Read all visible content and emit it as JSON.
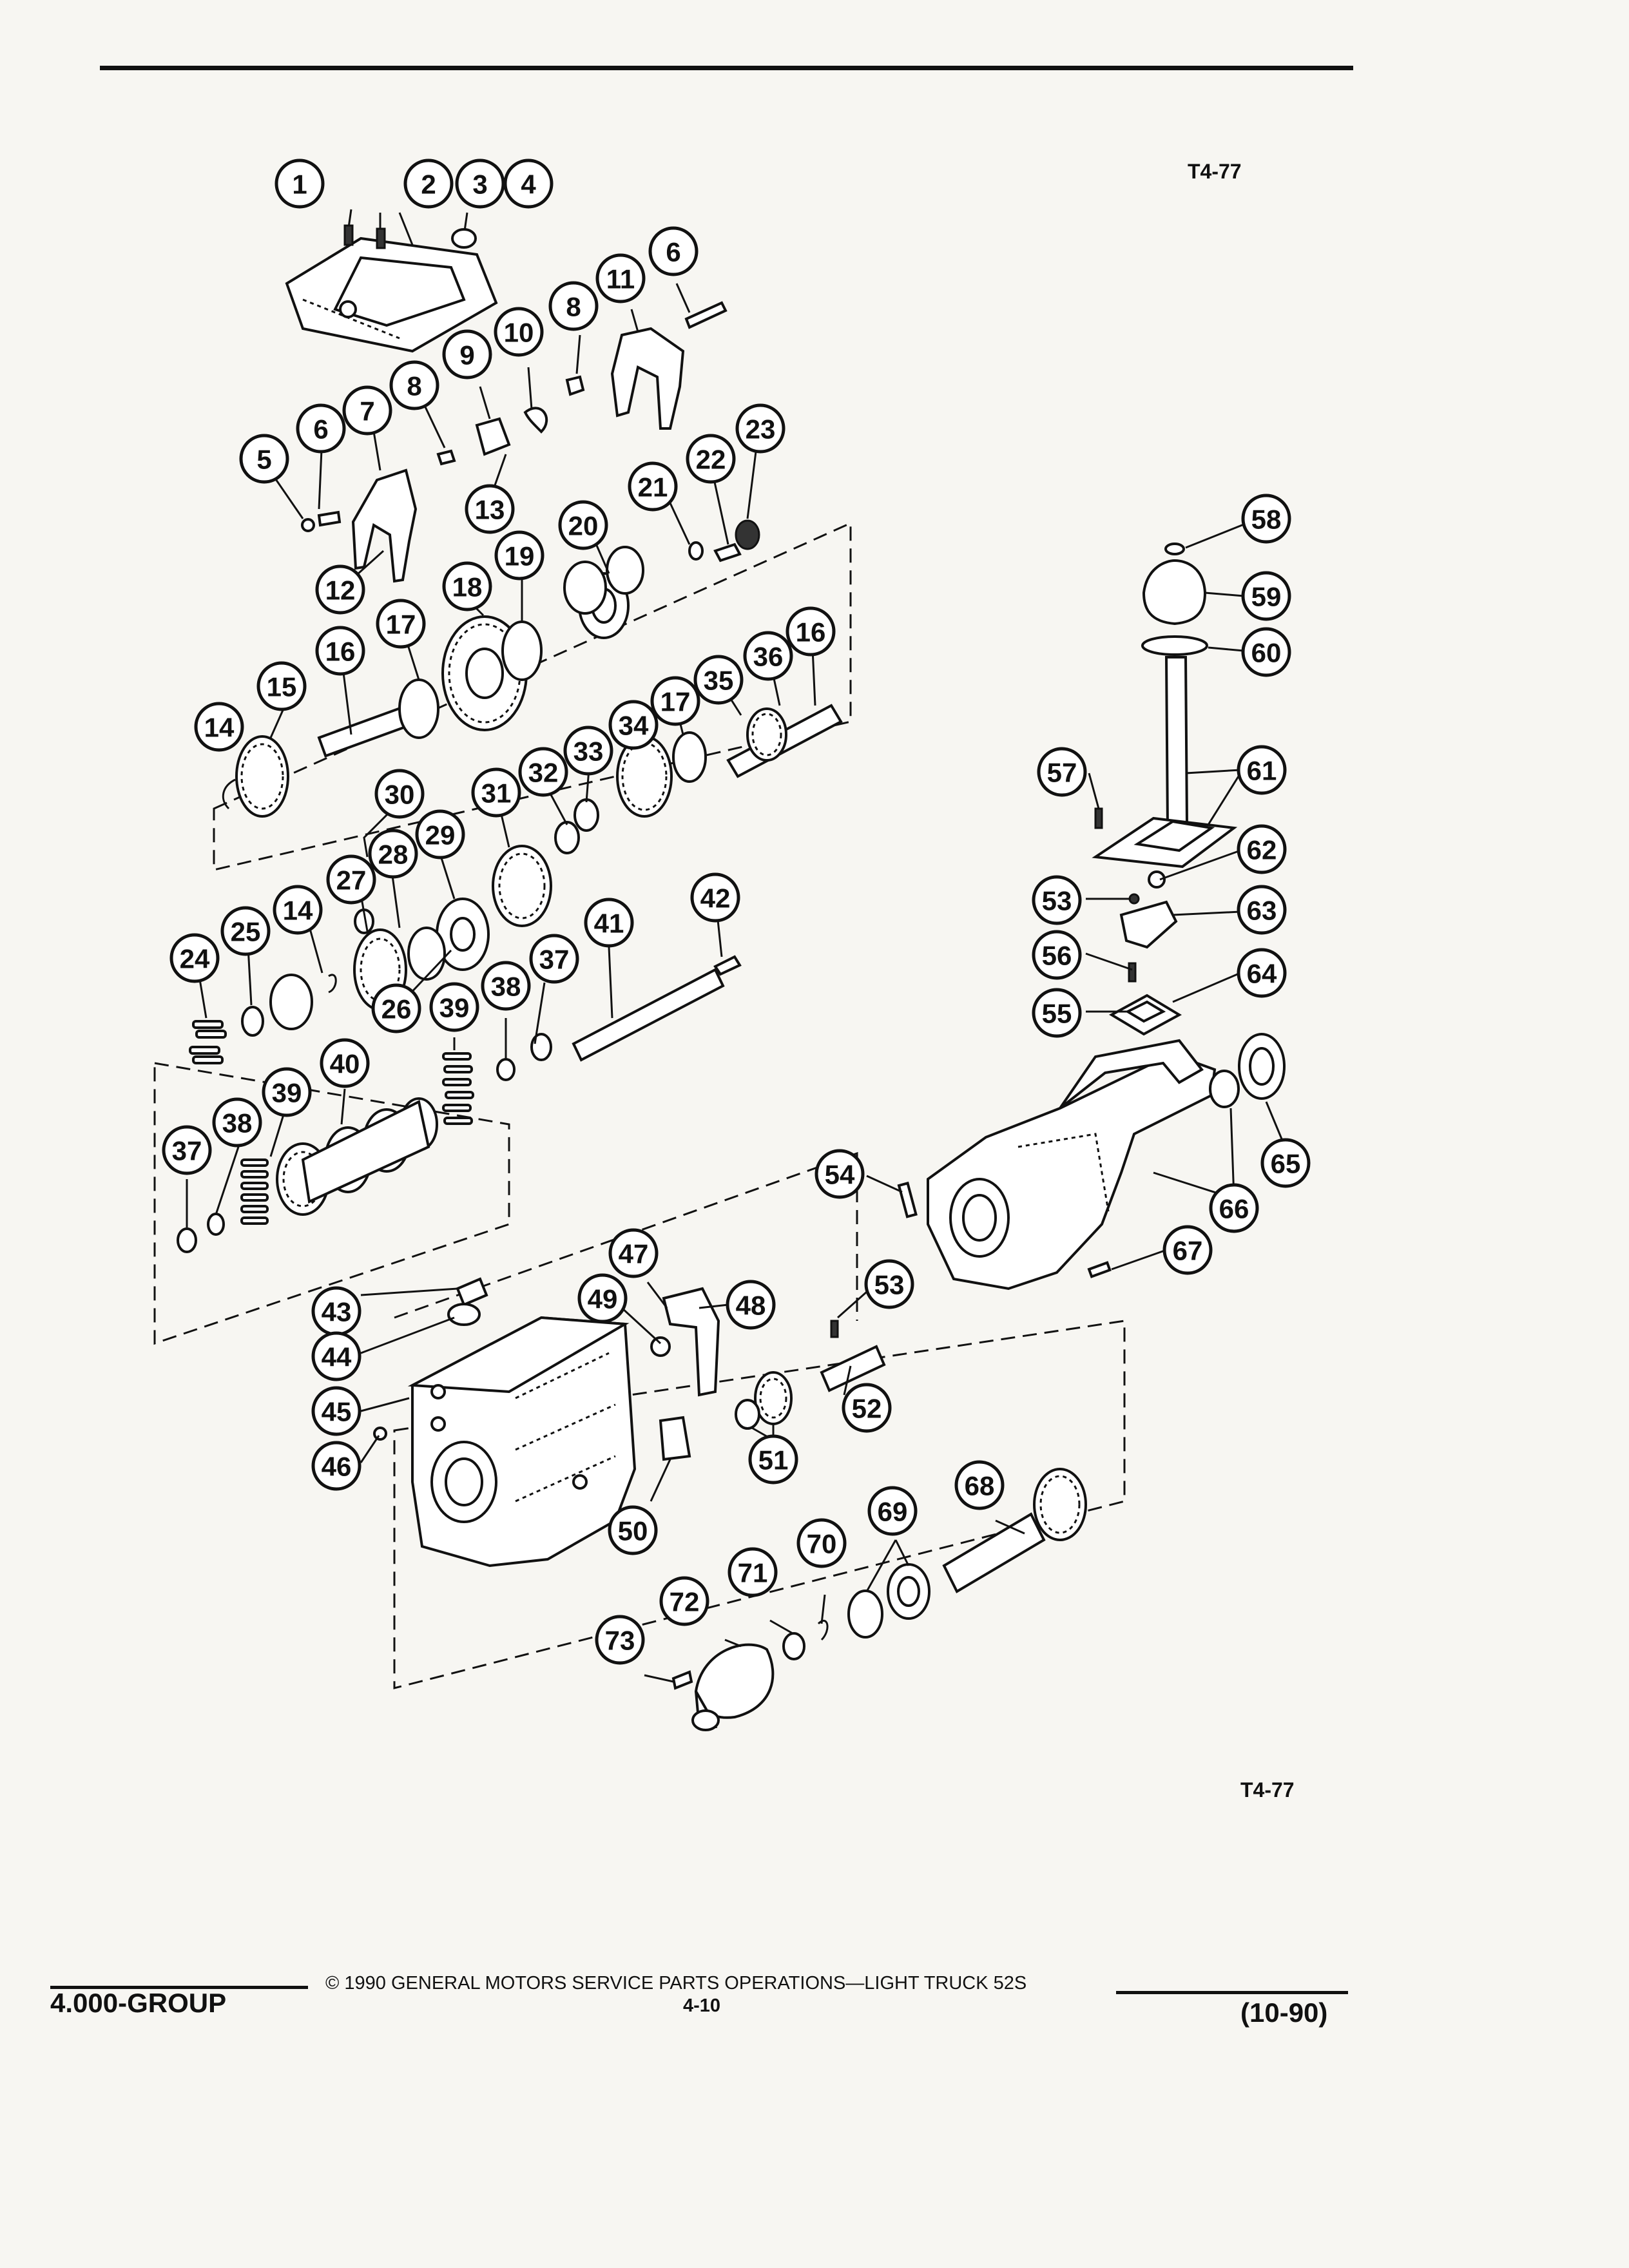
{
  "header": {
    "figure_ref_top": "T4-77",
    "figure_ref_bottom": "T4-77"
  },
  "callouts": [
    {
      "id": "c1",
      "label": "1"
    },
    {
      "id": "c2",
      "label": "2"
    },
    {
      "id": "c3",
      "label": "3"
    },
    {
      "id": "c4",
      "label": "4"
    },
    {
      "id": "c6a",
      "label": "6"
    },
    {
      "id": "c11",
      "label": "11"
    },
    {
      "id": "c8a",
      "label": "8"
    },
    {
      "id": "c10",
      "label": "10"
    },
    {
      "id": "c9",
      "label": "9"
    },
    {
      "id": "c8b",
      "label": "8"
    },
    {
      "id": "c7",
      "label": "7"
    },
    {
      "id": "c6b",
      "label": "6"
    },
    {
      "id": "c5",
      "label": "5"
    },
    {
      "id": "c23",
      "label": "23"
    },
    {
      "id": "c22",
      "label": "22"
    },
    {
      "id": "c21",
      "label": "21"
    },
    {
      "id": "c13",
      "label": "13"
    },
    {
      "id": "c20",
      "label": "20"
    },
    {
      "id": "c12",
      "label": "12"
    },
    {
      "id": "c19",
      "label": "19"
    },
    {
      "id": "c18",
      "label": "18"
    },
    {
      "id": "c17a",
      "label": "17"
    },
    {
      "id": "c16a",
      "label": "16"
    },
    {
      "id": "c16b",
      "label": "16"
    },
    {
      "id": "c36",
      "label": "36"
    },
    {
      "id": "c35",
      "label": "35"
    },
    {
      "id": "c15",
      "label": "15"
    },
    {
      "id": "c17b",
      "label": "17"
    },
    {
      "id": "c14a",
      "label": "14"
    },
    {
      "id": "c34",
      "label": "34"
    },
    {
      "id": "c33",
      "label": "33"
    },
    {
      "id": "c32",
      "label": "32"
    },
    {
      "id": "c30",
      "label": "30"
    },
    {
      "id": "c31",
      "label": "31"
    },
    {
      "id": "c29",
      "label": "29"
    },
    {
      "id": "c28",
      "label": "28"
    },
    {
      "id": "c27",
      "label": "27"
    },
    {
      "id": "c42",
      "label": "42"
    },
    {
      "id": "c14b",
      "label": "14"
    },
    {
      "id": "c25",
      "label": "25"
    },
    {
      "id": "c41",
      "label": "41"
    },
    {
      "id": "c24",
      "label": "24"
    },
    {
      "id": "c37a",
      "label": "37"
    },
    {
      "id": "c26",
      "label": "26"
    },
    {
      "id": "c38a",
      "label": "38"
    },
    {
      "id": "c39a",
      "label": "39"
    },
    {
      "id": "c40",
      "label": "40"
    },
    {
      "id": "c39b",
      "label": "39"
    },
    {
      "id": "c38b",
      "label": "38"
    },
    {
      "id": "c37b",
      "label": "37"
    },
    {
      "id": "c58",
      "label": "58"
    },
    {
      "id": "c59",
      "label": "59"
    },
    {
      "id": "c60",
      "label": "60"
    },
    {
      "id": "c57",
      "label": "57"
    },
    {
      "id": "c61",
      "label": "61"
    },
    {
      "id": "c62",
      "label": "62"
    },
    {
      "id": "c53a",
      "label": "53"
    },
    {
      "id": "c63",
      "label": "63"
    },
    {
      "id": "c56",
      "label": "56"
    },
    {
      "id": "c64",
      "label": "64"
    },
    {
      "id": "c55",
      "label": "55"
    },
    {
      "id": "c65",
      "label": "65"
    },
    {
      "id": "c54",
      "label": "54"
    },
    {
      "id": "c66",
      "label": "66"
    },
    {
      "id": "c67",
      "label": "67"
    },
    {
      "id": "c47",
      "label": "47"
    },
    {
      "id": "c49",
      "label": "49"
    },
    {
      "id": "c48",
      "label": "48"
    },
    {
      "id": "c53b",
      "label": "53"
    },
    {
      "id": "c43",
      "label": "43"
    },
    {
      "id": "c44",
      "label": "44"
    },
    {
      "id": "c52",
      "label": "52"
    },
    {
      "id": "c45",
      "label": "45"
    },
    {
      "id": "c51",
      "label": "51"
    },
    {
      "id": "c46",
      "label": "46"
    },
    {
      "id": "c50",
      "label": "50"
    },
    {
      "id": "c68",
      "label": "68"
    },
    {
      "id": "c69",
      "label": "69"
    },
    {
      "id": "c70",
      "label": "70"
    },
    {
      "id": "c71",
      "label": "71"
    },
    {
      "id": "c72",
      "label": "72"
    },
    {
      "id": "c73",
      "label": "73"
    }
  ],
  "footer": {
    "group": "4.000-GROUP",
    "copyright": "© 1990 GENERAL MOTORS SERVICE PARTS OPERATIONS—LIGHT TRUCK 52S",
    "page": "4-10",
    "date": "(10-90)"
  }
}
